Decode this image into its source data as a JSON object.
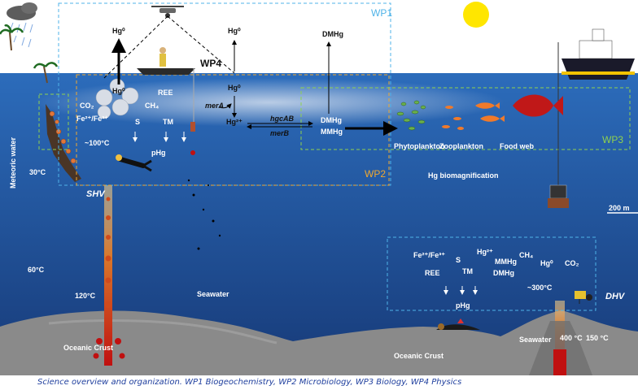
{
  "work_packages": {
    "wp1": "WP1",
    "wp2": "WP2",
    "wp3": "WP3",
    "wp4": "WP4"
  },
  "shallow_vent": {
    "hg0_air": "Hg⁰",
    "hg0_cloud": "Hg⁰",
    "co2": "CO₂",
    "fe": "Fe²⁺/Fe³⁺",
    "ree": "REE",
    "ch4": "CH₄",
    "s": "S",
    "tm": "TM",
    "phg": "pHg",
    "temp_100": "~100°C",
    "temp_30": "30°C",
    "meteoric": "Meteoric water",
    "shv": "SHV"
  },
  "water_column": {
    "hg0_top": "Hg⁰",
    "hg0_mid": "Hg⁰",
    "hg2": "Hg²⁺",
    "dmhg_top": "DMHg",
    "mera": "merA",
    "hgcab": "hgcAB",
    "merb": "merB",
    "dmhg": "DMHg",
    "mmhg": "MMHg"
  },
  "biology": {
    "phytoplankton": "Phytoplankton",
    "zooplankton": "Zooplankton",
    "food_web": "Food web",
    "biomag": "Hg biomagnification"
  },
  "deep": {
    "depth": "200 m",
    "temp_60": "60°C",
    "temp_120": "120°C",
    "seawater_mid": "Seawater",
    "seawater_right": "Seawater",
    "crust_left": "Oceanic Crust",
    "crust_mid": "Oceanic Crust",
    "fe": "Fe²⁺/Fe³⁺",
    "s": "S",
    "hg2": "Hg²⁺",
    "mmhg": "MMHg",
    "dmhg": "DMHg",
    "ch4": "CH₄",
    "hg0": "Hg⁰",
    "co2": "CO₂",
    "ree": "REE",
    "tm": "TM",
    "temp_300": "~300°C",
    "phg": "pHg",
    "temp_400": "400 °C",
    "temp_150": "150 °C",
    "dhv": "DHV"
  },
  "caption": "Science overview and organization. WP1 Biogeochemistry, WP2 Microbiology, WP3 Biology, WP4 Physics",
  "colors": {
    "sky": "#ffffff",
    "ocean_top": "#2a67b4",
    "ocean_bottom": "#1a3d7a",
    "crust": "#8a8a8a",
    "sun": "#ffe600",
    "wp1_box": "#4fb3e8",
    "wp2_box": "#f0a830",
    "wp3_box": "#8fd14f",
    "plume": "#cc2a1a",
    "caption": "#1f3f9e"
  },
  "icons": [
    "sun-icon",
    "drone-icon",
    "boat-icon",
    "ship-icon",
    "cloud-rain-icon",
    "palm-tree-icon",
    "fish-icon",
    "diver-icon",
    "rov-icon",
    "sensor-icon"
  ]
}
